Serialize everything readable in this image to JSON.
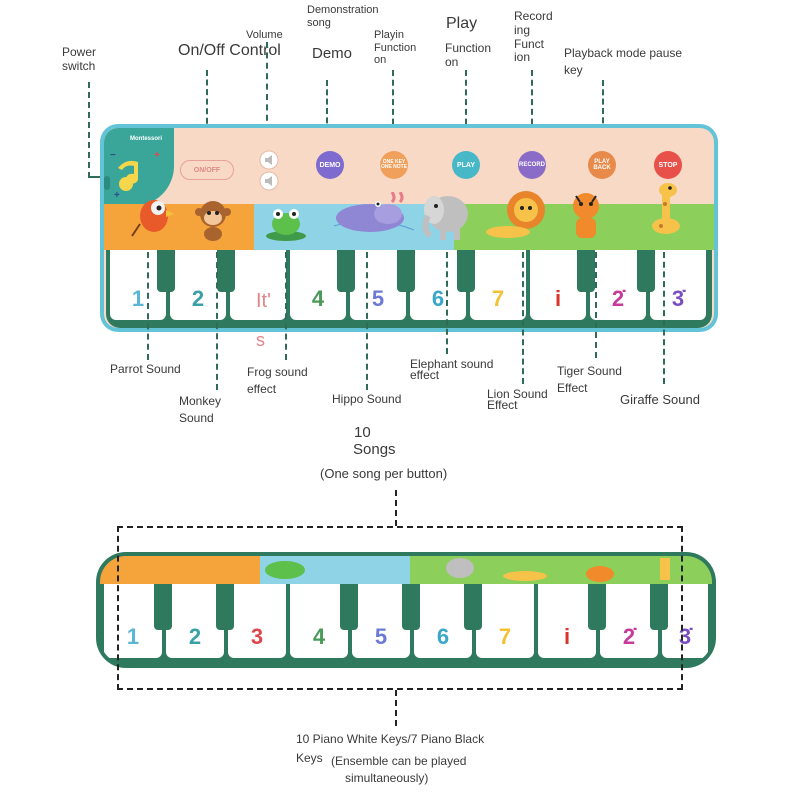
{
  "top_labels": {
    "power_switch": "Power switch",
    "on_off_control": "On/Off Control",
    "volume": "Volume",
    "demonstration_song": "Demonstration song",
    "demo": "Demo",
    "playing_function": "Playin Function on",
    "play": "Play",
    "function": "Function on",
    "recording_function": "Record ing Funct ion",
    "playback_pause": "Playback mode pause key"
  },
  "mat_buttons": {
    "brand": "Montessori",
    "on_off": "ON/OFF",
    "demo": "DEMO",
    "one_key": "ONE KEY ONE NOTE",
    "play": "PLAY",
    "record": "RECORD",
    "playback": "PLAY BACK",
    "stop": "STOP"
  },
  "keys": [
    {
      "label": "1",
      "color": "#5bb6d6"
    },
    {
      "label": "2",
      "color": "#3aa0a8"
    },
    {
      "label": "3",
      "color": "#e0474c"
    },
    {
      "label": "4",
      "color": "#4a9a58"
    },
    {
      "label": "5",
      "color": "#6c7ad6"
    },
    {
      "label": "6",
      "color": "#3aa7c9"
    },
    {
      "label": "7",
      "color": "#f1c232"
    },
    {
      "label": "i",
      "color": "#d9342b"
    },
    {
      "label": "2̇",
      "color": "#c63b9a"
    },
    {
      "label": "3̇",
      "color": "#7a4ec0"
    }
  ],
  "key3_overlay": {
    "line1": "It'",
    "line2": "s"
  },
  "bottom_labels": {
    "parrot": "Parrot Sound",
    "monkey": "Monkey Sound",
    "frog": "Frog sound effect",
    "hippo": "Hippo Sound",
    "elephant": "Elephant sound effect",
    "lion": "Lion Sound Effect",
    "tiger": "Tiger Sound Effect",
    "giraffe": "Giraffe Sound"
  },
  "songs": {
    "count": "10",
    "word": "Songs",
    "note": "(One song per button)"
  },
  "footer": {
    "line1": "10 Piano White Keys/7 Piano Black",
    "line2": "Keys",
    "line3": "(Ensemble can be played",
    "line4": "simultaneously)"
  },
  "colors": {
    "mat_border": "#63c4d8",
    "key_green": "#2f7a5e",
    "button_purple": "#7d6bd0",
    "button_orange": "#f0a05a",
    "button_teal": "#46b8c8",
    "button_red": "#e8504a"
  }
}
